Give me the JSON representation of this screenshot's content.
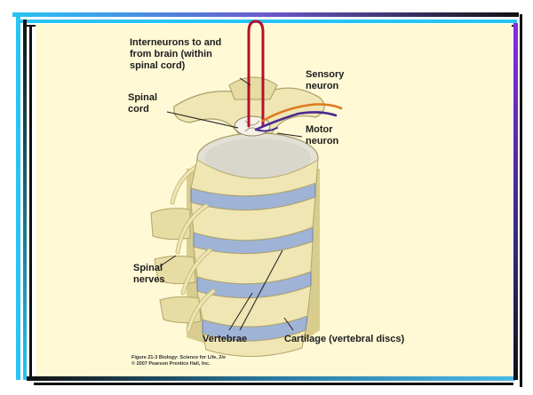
{
  "diagram": {
    "labels": {
      "interneurons": "Interneurons to and\nfrom brain (within\nspinal cord)",
      "sensory_neuron": "Sensory\nneuron",
      "spinal_cord": "Spinal\ncord",
      "motor_neuron": "Motor\nneuron",
      "spinal_nerves": "Spinal\nnerves",
      "vertebrae": "Vertebrae",
      "cartilage": "Cartilage (vertebral discs)"
    },
    "caption": {
      "line1": "Figure 21-3  Biology: Science for Life, 2/e",
      "line2": "© 2007 Pearson Prentice Hall, Inc."
    }
  },
  "colors": {
    "panel_background": "#fff9d6",
    "bone": "#efe6b4",
    "bone_shadow": "#c9bd7e",
    "disc": "#9fb3d6",
    "interneuron": "#b3122c",
    "sensory": "#e0781e",
    "motor": "#4b2a8f",
    "frame_cyan": "#29b6f6",
    "frame_purple": "#8a2be2",
    "frame_dark": "#111111"
  }
}
